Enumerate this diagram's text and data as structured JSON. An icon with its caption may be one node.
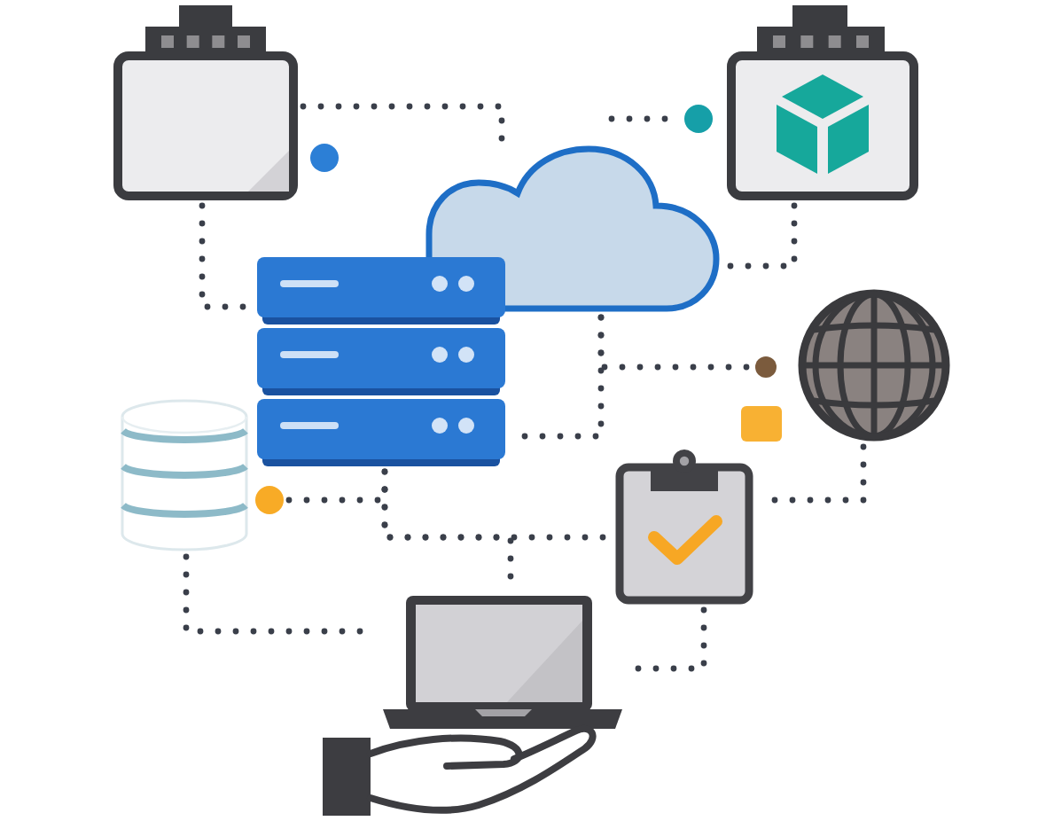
{
  "diagram": {
    "nodes": [
      {
        "text": [],
        "shape": "picture"
      },
      {
        "text": [],
        "shape": "circle"
      },
      {
        "text": [],
        "shape": "picture"
      },
      {
        "text": [],
        "shape": "circle"
      },
      {
        "text": [],
        "shape": "cloud"
      },
      {
        "text": [],
        "shape": "picture"
      },
      {
        "text": [],
        "shape": "circle"
      },
      {
        "text": [],
        "shape": "picture"
      },
      {
        "text": [],
        "shape": "box"
      },
      {
        "text": [],
        "shape": "cylinder"
      },
      {
        "text": [],
        "shape": "circle"
      },
      {
        "text": [],
        "shape": "picture"
      },
      {
        "text": [],
        "shape": "picture"
      },
      {
        "text": [],
        "shape": "picture"
      }
    ],
    "edges": [
      {
        "from": 0,
        "to": 4,
        "arrow": "none",
        "style": "dashed"
      },
      {
        "from": 0,
        "to": 5,
        "arrow": "none",
        "style": "dashed"
      },
      {
        "from": null,
        "to": 3,
        "arrow": "none",
        "style": "dashed"
      },
      {
        "from": 2,
        "to": 4,
        "arrow": "none",
        "style": "dashed"
      },
      {
        "from": 4,
        "to": 5,
        "arrow": "none",
        "style": "dashed"
      },
      {
        "from": 4,
        "to": 6,
        "arrow": "none",
        "style": "dashed"
      },
      {
        "from": 7,
        "to": 11,
        "arrow": "none",
        "style": "dashed"
      },
      {
        "from": 5,
        "to": 11,
        "arrow": "none",
        "style": "dashed"
      },
      {
        "from": 5,
        "to": 12,
        "arrow": "none",
        "style": "dashed"
      },
      {
        "from": 10,
        "to": 5,
        "arrow": "none",
        "style": "dashed"
      },
      {
        "from": 9,
        "to": 12,
        "arrow": "none",
        "style": "dashed"
      },
      {
        "from": 11,
        "to": 12,
        "arrow": "none",
        "style": "dashed"
      }
    ]
  }
}
